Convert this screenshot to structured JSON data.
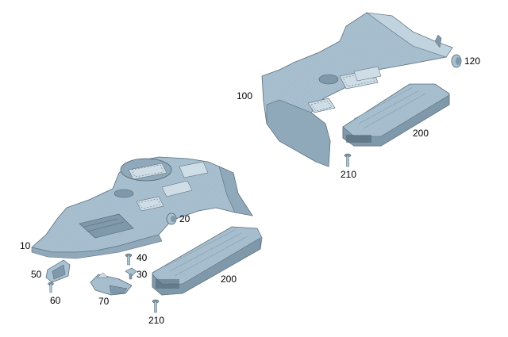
{
  "callouts": {
    "c10": "10",
    "c20": "20",
    "c30": "30",
    "c40": "40",
    "c50": "50",
    "c60": "60",
    "c70": "70",
    "c100": "100",
    "c120": "120",
    "c200_left": "200",
    "c200_right": "200",
    "c210_left": "210",
    "c210_right": "210"
  },
  "colors": {
    "part_fill": "#a9c1d0",
    "part_shade": "#7f98aa",
    "part_dark": "#4f6473",
    "part_light": "#cfdde6",
    "line": "#5a6e7c"
  }
}
